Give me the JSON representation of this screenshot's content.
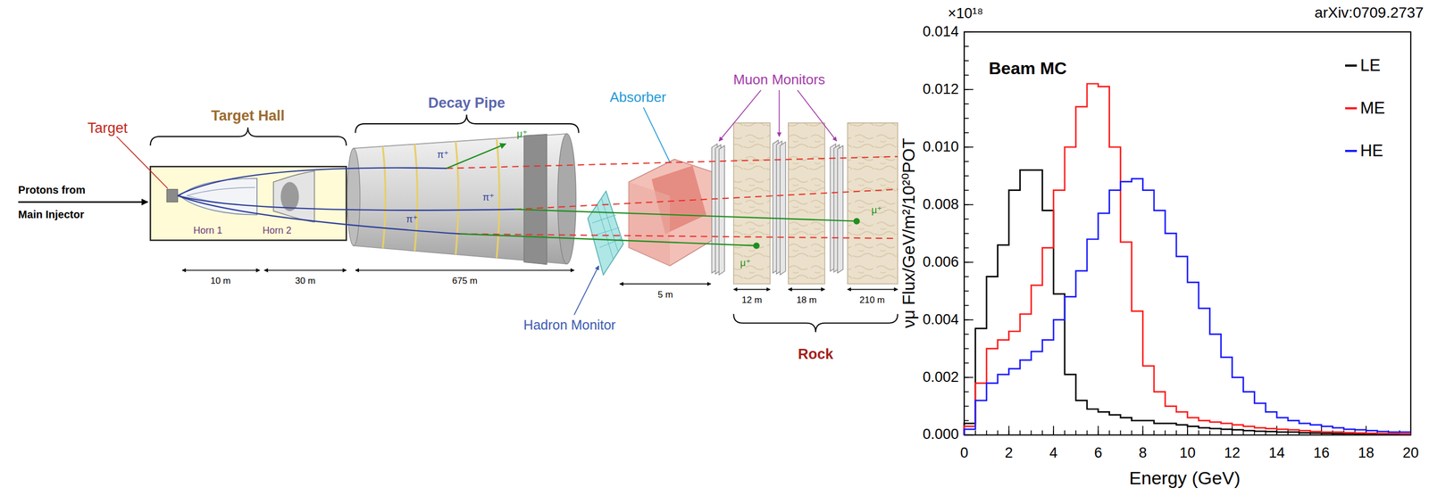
{
  "diagram": {
    "labels": [
      "arXiv:0709.2737",
      "Target Hall",
      "Decay Pipe",
      "Absorber",
      "Muon Monitors",
      "Target",
      "Protons from Main Injector",
      "Horn 1",
      "Horn 2",
      "π⁺",
      "μ⁺",
      "π⁺",
      "μ⁺",
      "π⁺",
      "μ⁺",
      "10 m",
      "30 m",
      "675 m",
      "5 m",
      "Hadron Monitor",
      "12 m",
      "18 m",
      "210 m",
      "Rock",
      "×10¹⁸",
      "Beam MC",
      "0.014",
      "0.012",
      "0.010",
      "0.008",
      "0.006",
      "0.004",
      "0.002",
      "0.000",
      "0",
      "2",
      "4",
      "6",
      "8",
      "10",
      "12",
      "14",
      "16",
      "18",
      "20",
      "Energy (GeV)",
      "νμ Flux/GeV/m²/10²⁰POT"
    ],
    "legend": [
      {
        "text": "LE",
        "color": "#000000"
      },
      {
        "text": "ME",
        "color": "#ff1a1a"
      },
      {
        "text": "HE",
        "color": "#1a1aff"
      }
    ]
  }
}
